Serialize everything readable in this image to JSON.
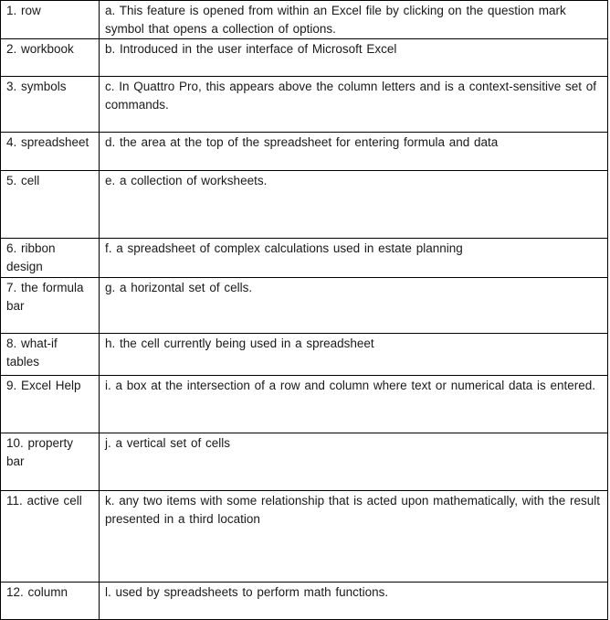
{
  "document": {
    "type": "matching-exercise",
    "columns": [
      "term",
      "definition"
    ],
    "rows": [
      {
        "term": "1. row",
        "definition": "a. This feature is opened from within an Excel file by clicking on the question mark symbol that opens a collection of options.",
        "height": 41
      },
      {
        "term": "2. workbook",
        "definition": "b. Introduced  in the user interface of Microsoft Excel",
        "height": 41
      },
      {
        "term": "3. symbols",
        "definition": "c. In Quattro Pro, this appears above the column letters and is a context-sensitive set of commands.",
        "height": 61
      },
      {
        "term": "4. spreadsheet",
        "definition": "d. the area at the top of the spreadsheet for entering formula and data",
        "height": 42
      },
      {
        "term": "5. cell",
        "definition": "e. a collection of worksheets.",
        "height": 74
      },
      {
        "term": "6. ribbon design",
        "definition": "f.  a spreadsheet of complex calculations used in estate planning",
        "height": 43
      },
      {
        "term": "7. the formula bar",
        "definition": "g. a horizontal set of cells.",
        "height": 61
      },
      {
        "term": "8. what-if tables",
        "definition": "h. the cell currently being used in a spreadsheet",
        "height": 46
      },
      {
        "term": "9. Excel Help",
        "definition": "i. a box at the intersection of a row and column where text or numerical data is entered.",
        "height": 63
      },
      {
        "term": "10. property bar",
        "definition": "j.  a vertical set of cells",
        "height": 63
      },
      {
        "term": "11. active cell",
        "definition": "k.  any two items with some relationship  that is acted upon mathematically, with the result presented in a third location",
        "height": 100
      },
      {
        "term": "12. column",
        "definition": "l.  used by spreadsheets to perform math functions.",
        "height": 41
      }
    ]
  }
}
